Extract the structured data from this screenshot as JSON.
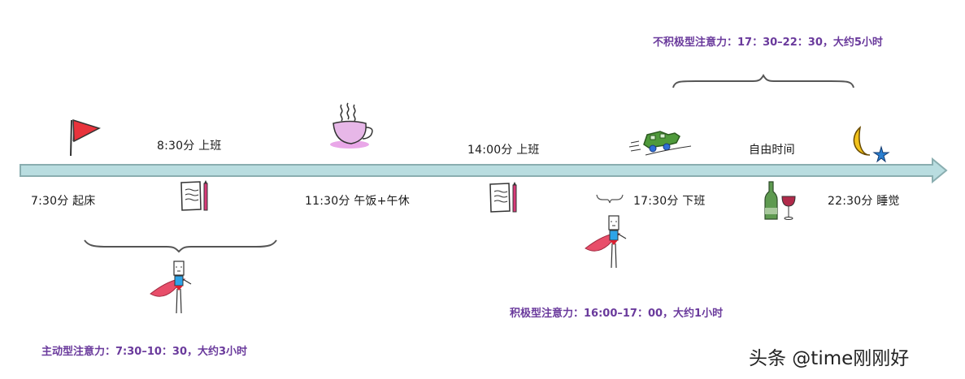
{
  "timeline": {
    "bar_color": "#b9dde0",
    "bar_border_color": "#8aaeb0",
    "events_above": [
      {
        "label": "8:30分  上班"
      },
      {
        "label": "14:00分  上班"
      },
      {
        "label": "自由时间"
      }
    ],
    "events_below": [
      {
        "label": "7:30分  起床"
      },
      {
        "label": "11:30分  午饭+午休"
      },
      {
        "label": "17:30分  下班"
      },
      {
        "label": "22:30分  睡觉"
      }
    ]
  },
  "annotations": {
    "proactive": "主动型注意力：7:30–10：30，大约3小时",
    "active": "积极型注意力：16:00–17：00，大约1小时",
    "passive": "不积极型注意力：17：30–22：30，大约5小时",
    "color": "#6a3a9c"
  },
  "icons": {
    "start": "flag-icon",
    "morning_work": "notebook-pencil-icon",
    "lunch": "coffee-cup-icon",
    "afternoon_work": "notebook-pencil-icon",
    "commute": "car-icon",
    "evening": "wine-bottle-glass-icon",
    "sleep": "moon-star-icon",
    "hero": "superhero-stickman-icon"
  },
  "watermark": "头条 @time刚刚好"
}
